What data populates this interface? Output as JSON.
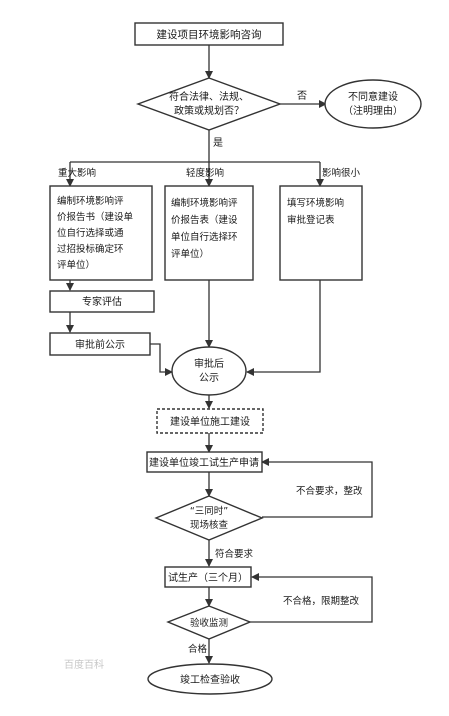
{
  "nodes": {
    "consult": "建设项目环境影响咨询",
    "decision_law_lines": [
      "符合法律、法规、",
      "政策或规划否？"
    ],
    "reject_lines": [
      "不同意建设",
      "（注明理由）"
    ],
    "major_lines": [
      "编制环境影响评",
      "价报告书（建设单",
      "位自行选择或通",
      "过招投标确定环",
      "评单位）"
    ],
    "light_lines": [
      "编制环境影响评",
      "价报告表（建设",
      "单位自行选择环",
      "评单位）"
    ],
    "minor_lines": [
      "填写环境影响",
      "审批登记表"
    ],
    "expert_review": "专家评估",
    "pre_approval_notice": "审批前公示",
    "post_approval_lines": [
      "审批后",
      "公示"
    ],
    "construction": "建设单位施工建设",
    "trial_application": "建设单位竣工试生产申请",
    "three_same_lines": [
      "“三同时”",
      "现场核查"
    ],
    "trial_production": "试生产（三个月）",
    "acceptance_monitoring": "验收监测",
    "final_acceptance": "竣工检查验收"
  },
  "edge_labels": {
    "no": "否",
    "yes": "是",
    "major_impact": "重大影响",
    "light_impact": "轻度影响",
    "minor_impact": "影响很小",
    "fail_rectify": "不合要求，整改",
    "meets_requirements": "符合要求",
    "fail_limited_rectify": "不合格，限期整改",
    "qualified": "合格"
  },
  "watermark": "百度百科"
}
